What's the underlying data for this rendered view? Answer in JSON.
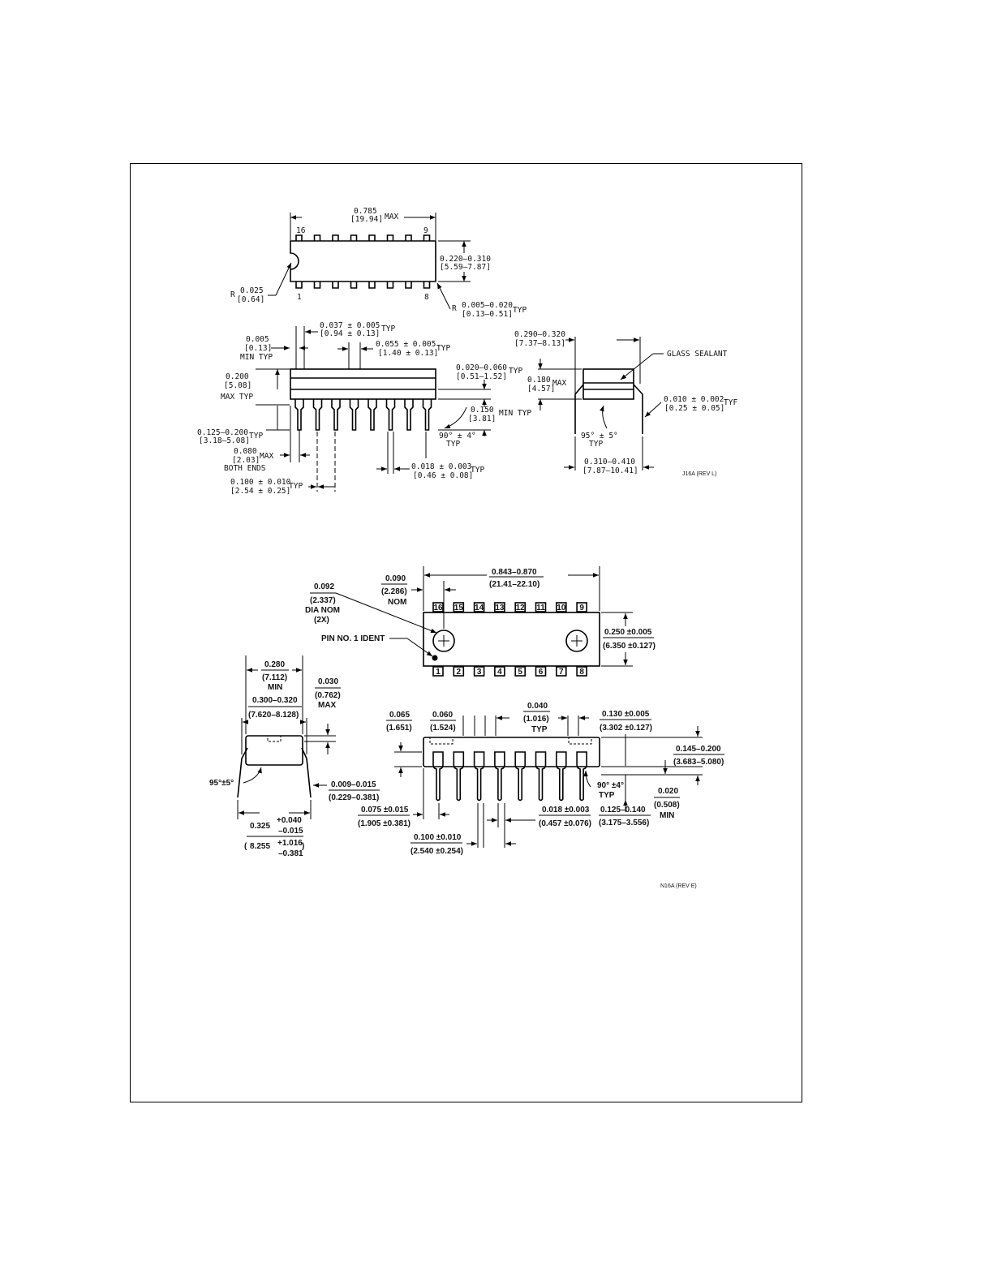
{
  "colors": {
    "ink": "#000000",
    "paper": "#ffffff"
  },
  "j16a": {
    "length_in": "0.785",
    "length_mm": "[19.94]",
    "length_suffix": "MAX",
    "pin_16": "16",
    "pin_9": "9",
    "pin_1": "1",
    "pin_8": "8",
    "width_in": "0.220–0.310",
    "width_mm": "[5.59–7.87]",
    "notch_r": "R",
    "notch_in": "0.025",
    "notch_mm": "[0.64]",
    "corner_r": "R",
    "corner_in": "0.005–0.020",
    "corner_mm": "[0.13–0.51]",
    "corner_suffix": "TYP",
    "lead_w_in": "0.037 ± 0.005",
    "lead_w_mm": "[0.94 ± 0.13]",
    "lead_w_suffix": "TYP",
    "end_in": "0.005",
    "end_mm": "[0.13]",
    "end_suffix": "MIN TYP",
    "shoulder_in": "0.055 ± 0.005",
    "shoulder_mm": "[1.40 ± 0.13]",
    "shoulder_suffix": "TYP",
    "height_in": "0.200",
    "height_mm": "[5.08]",
    "height_suffix": "MAX TYP",
    "standoff_in": "0.020–0.060",
    "standoff_mm": "[0.51–1.52]",
    "standoff_suffix": "TYP",
    "seat_in": "0.150",
    "seat_mm": "[3.81]",
    "seat_suffix": "MIN TYP",
    "lead_len_in": "0.125–0.200",
    "lead_len_mm": "[3.18–5.08]",
    "lead_len_suffix": "TYP",
    "angle": "90° ± 4°",
    "angle_suffix": "TYP",
    "endgap_in": "0.080",
    "endgap_mm": "[2.03]",
    "endgap_suffix": "MAX",
    "endgap_note": "BOTH ENDS",
    "lead_thk_in": "0.018 ± 0.003",
    "lead_thk_mm": "[0.46 ± 0.08]",
    "lead_thk_suffix": "TYP",
    "pitch_in": "0.100 ± 0.010",
    "pitch_mm": "[2.54 ± 0.25]",
    "pitch_suffix": "TYP",
    "row_in": "0.290–0.320",
    "row_mm": "[7.37–8.13]",
    "seal_label": "GLASS SEALANT",
    "body_h_in": "0.180",
    "body_h_mm": "[4.57]",
    "body_h_suffix": "MAX",
    "thk_in": "0.010 ± 0.002",
    "thk_mm": "[0.25 ± 0.05]",
    "thk_suffix": "TYF",
    "spread_angle": "95° ± 5°",
    "spread_suffix": "TYP",
    "spread_in": "0.310–0.410",
    "spread_mm": "[7.87–10.41]",
    "rev": "J16A (REV L)"
  },
  "n16a": {
    "top_pins": [
      "16",
      "15",
      "14",
      "13",
      "12",
      "11",
      "10",
      "9"
    ],
    "bottom_pins": [
      "1",
      "2",
      "3",
      "4",
      "5",
      "6",
      "7",
      "8"
    ],
    "length_in": "0.843–0.870",
    "length_mm": "(21.41–22.10)",
    "offset_in": "0.090",
    "offset_mm": "(2.286)",
    "offset_suffix": "NOM",
    "dia_in": "0.092",
    "dia_mm": "(2.337)",
    "dia_note1": "DIA NOM",
    "dia_note2": "(2X)",
    "pin1_label": "PIN NO. 1 IDENT",
    "width_in": "0.250 ±0.005",
    "width_mm": "(6.350 ±0.127)",
    "row_min_in": "0.280",
    "row_min_mm": "(7.112)",
    "row_min_suffix": "MIN",
    "row_in": "0.300–0.320",
    "row_mm": "(7.620–8.128)",
    "lip_in": "0.030",
    "lip_mm": "(0.762)",
    "lip_suffix": "MAX",
    "spread_angle": "95°±5°",
    "lead_thk_in": "0.009–0.015",
    "lead_thk_mm": "(0.229–0.381)",
    "overall_in": "0.325",
    "overall_plus": "+0.040",
    "overall_minus": "–0.015",
    "overall_mm": "8.255",
    "overall_mm_plus": "+1.016",
    "overall_mm_minus": "–0.381",
    "base_in": "0.065",
    "base_mm": "(1.651)",
    "shoulder_in": "0.060",
    "shoulder_mm": "(1.524)",
    "gap_in": "0.040",
    "gap_mm": "(1.016)",
    "gap_suffix": "TYP",
    "body_in": "0.130 ±0.005",
    "body_mm": "(3.302 ±0.127)",
    "seat_in": "0.145–0.200",
    "seat_mm": "(3.683–5.080)",
    "angle": "90° ±4°",
    "angle_suffix": "TYP",
    "standoff_in": "0.020",
    "standoff_mm": "(0.508)",
    "standoff_suffix": "MIN",
    "end_in": "0.075 ±0.015",
    "end_mm": "(1.905 ±0.381)",
    "lead_w_in": "0.018 ±0.003",
    "lead_w_mm": "(0.457 ±0.076)",
    "lead_len_in": "0.125–0.140",
    "lead_len_mm": "(3.175–3.556)",
    "pitch_in": "0.100 ±0.010",
    "pitch_mm": "(2.540 ±0.254)",
    "rev": "N16A (REV E)"
  }
}
